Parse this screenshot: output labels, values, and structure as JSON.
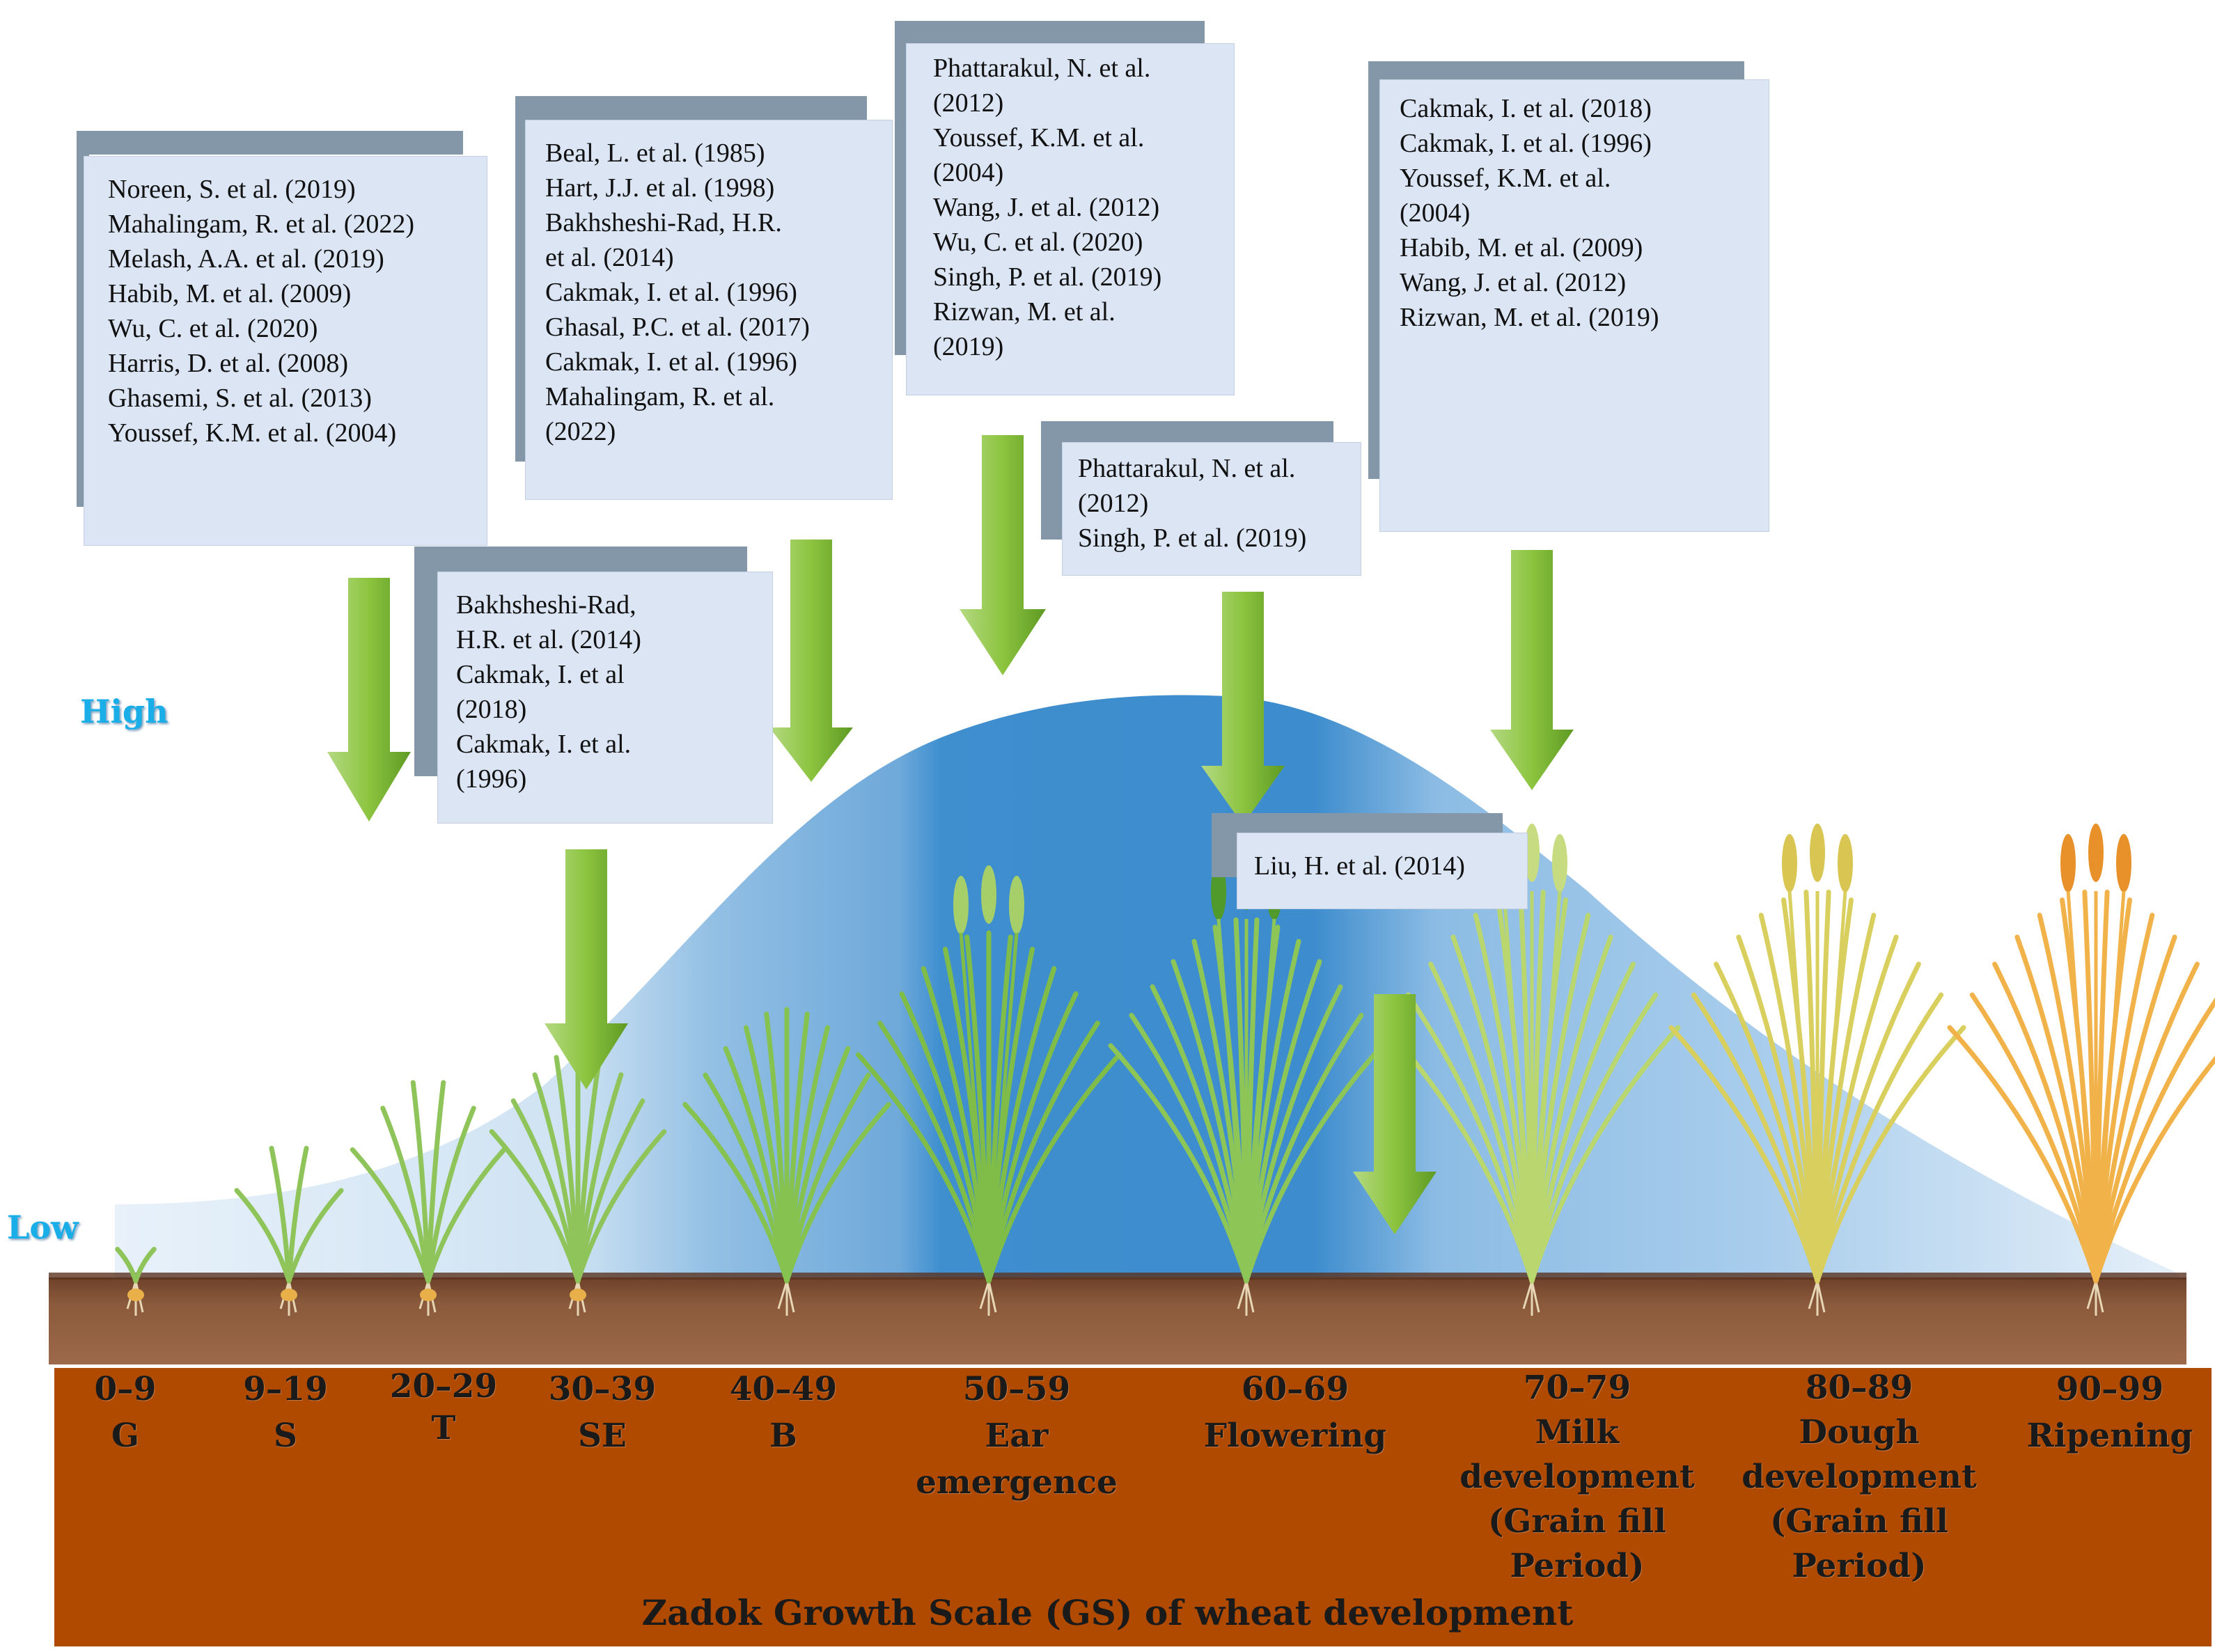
{
  "y_axis": {
    "high_label": "High",
    "low_label": "Low"
  },
  "reference_boxes": [
    {
      "id": "box1",
      "lines": [
        "Noreen, S. et al. (2019)",
        "Mahalingam, R. et al. (2022)",
        "Melash, A.A. et al. (2019)",
        "Habib, M. et al. (2009)",
        "Wu, C. et al. (2020)",
        "Harris, D. et al. (2008)",
        "Ghasemi, S. et al. (2013)",
        "Youssef, K.M. et al. (2004)"
      ]
    },
    {
      "id": "box2",
      "lines": [
        "Bakhsheshi-Rad,",
        "H.R. et al. (2014)",
        "Cakmak, I. et al",
        "(2018)",
        "Cakmak, I. et al.",
        "(1996)"
      ]
    },
    {
      "id": "box3",
      "lines": [
        "Beal, L. et al. (1985)",
        "Hart, J.J. et al. (1998)",
        "Bakhsheshi-Rad, H.R.",
        "et al. (2014)",
        "Cakmak, I. et al. (1996)",
        "Ghasal, P.C. et al. (2017)",
        "Cakmak, I. et al. (1996)",
        "Mahalingam, R. et al.",
        "(2022)"
      ]
    },
    {
      "id": "box4",
      "lines": [
        "Phattarakul, N. et al.",
        "(2012)",
        "Youssef, K.M. et al.",
        "(2004)",
        "Wang, J. et al. (2012)",
        "Wu, C. et al. (2020)",
        "Singh, P. et al. (2019)",
        "Rizwan, M. et al.",
        "(2019)"
      ]
    },
    {
      "id": "box5",
      "lines": [
        "Phattarakul, N. et al.",
        "(2012)",
        "Singh, P. et al. (2019)"
      ]
    },
    {
      "id": "box6",
      "lines": [
        "Liu, H. et al. (2014)"
      ]
    },
    {
      "id": "box7",
      "lines": [
        "Cakmak, I. et al. (2018)",
        "Cakmak, I. et al. (1996)",
        "Youssef, K.M. et al.",
        "(2004)",
        "Habib, M. et al. (2009)",
        "Wang, J. et al. (2012)",
        "Rizwan, M. et al. (2019)"
      ]
    }
  ],
  "stages": [
    {
      "range": "0–9",
      "name": [
        "G"
      ]
    },
    {
      "range": "9–19",
      "name": [
        "S"
      ]
    },
    {
      "range": "20–29",
      "name": [
        "T"
      ]
    },
    {
      "range": "30–39",
      "name": [
        "SE"
      ]
    },
    {
      "range": "40–49",
      "name": [
        "B"
      ]
    },
    {
      "range": "50–59",
      "name": [
        "Ear",
        "emergence"
      ]
    },
    {
      "range": "60–69",
      "name": [
        "Flowering"
      ]
    },
    {
      "range": "70–79",
      "name": [
        "Milk",
        "development",
        "(Grain fill",
        "Period)"
      ]
    },
    {
      "range": "80–89",
      "name": [
        "Dough",
        "development",
        "(Grain fill",
        "Period)"
      ]
    },
    {
      "range": "90–99",
      "name": [
        "Ripening"
      ]
    }
  ],
  "scale_title": "Zadok Growth Scale (GS)  of wheat development",
  "colors": {
    "curve_light": "#cfe3f3",
    "curve_dark": "#3f8fcf",
    "soil": "#8b5a3c",
    "panel": "#b04a00",
    "arrow": "#8cc43f",
    "box": "#dbe5f4"
  }
}
